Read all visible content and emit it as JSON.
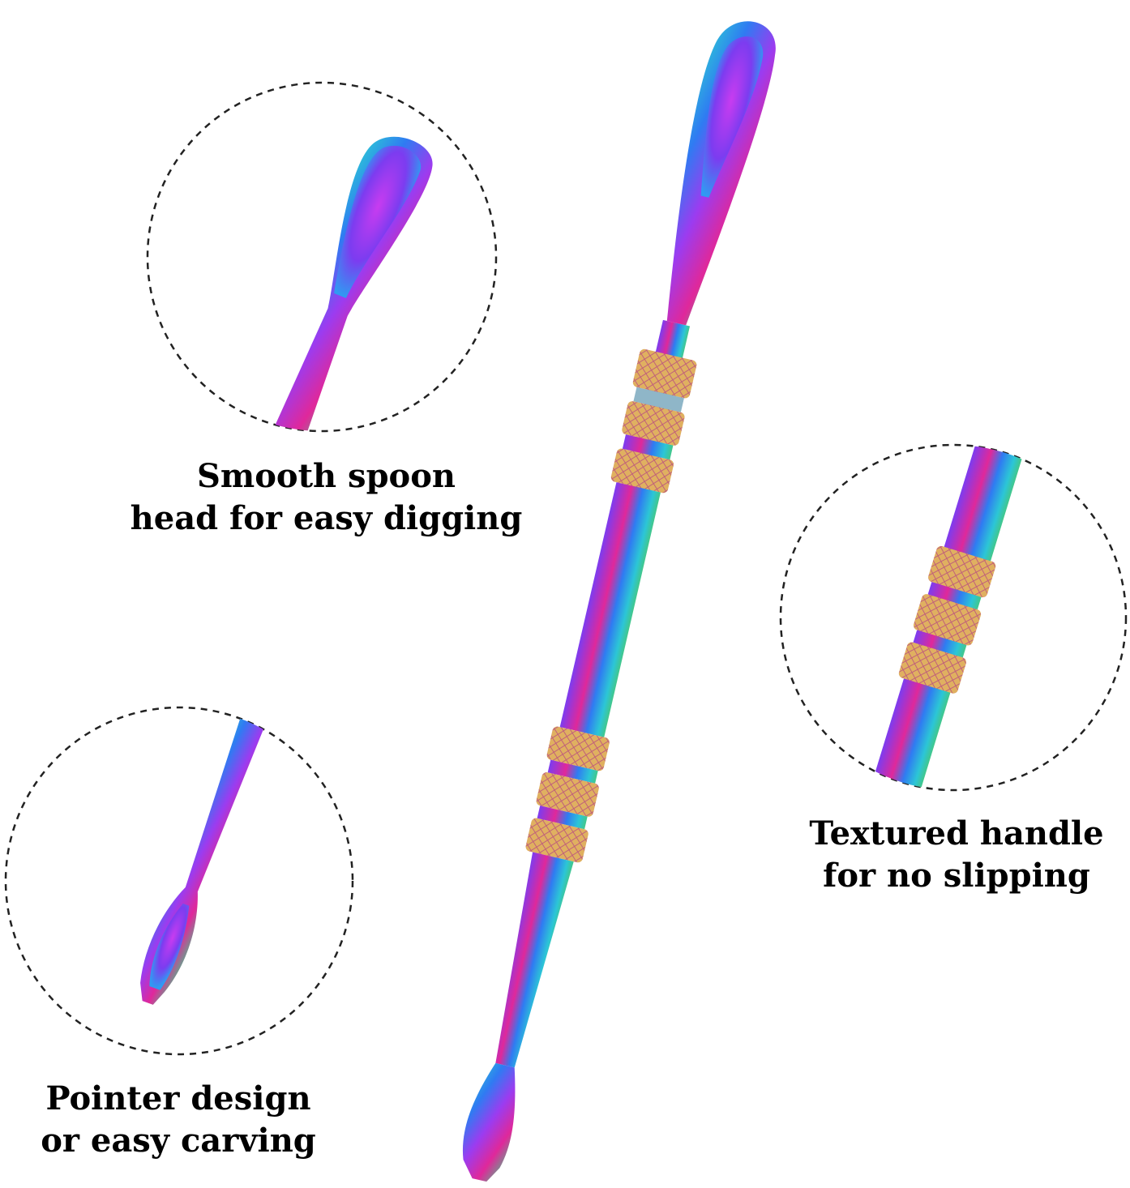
{
  "product": {
    "icon": "dab-tool-icon",
    "colors": {
      "background": "#ffffff",
      "purple": "#9b3cf0",
      "magenta": "#e0289a",
      "blue": "#2f7bf2",
      "cyan": "#2cc6d6",
      "green": "#43c78a",
      "gold": "#d9b34e",
      "ring": "#d97a88"
    }
  },
  "callouts": [
    {
      "icon": "spoon-head-icon",
      "line1": "Smooth spoon",
      "line2": "head for easy digging"
    },
    {
      "icon": "textured-handle-icon",
      "line1": "Textured handle",
      "line2": "for no slipping"
    },
    {
      "icon": "pointer-tip-icon",
      "line1": "Pointer design",
      "line2": "or easy carving"
    }
  ]
}
